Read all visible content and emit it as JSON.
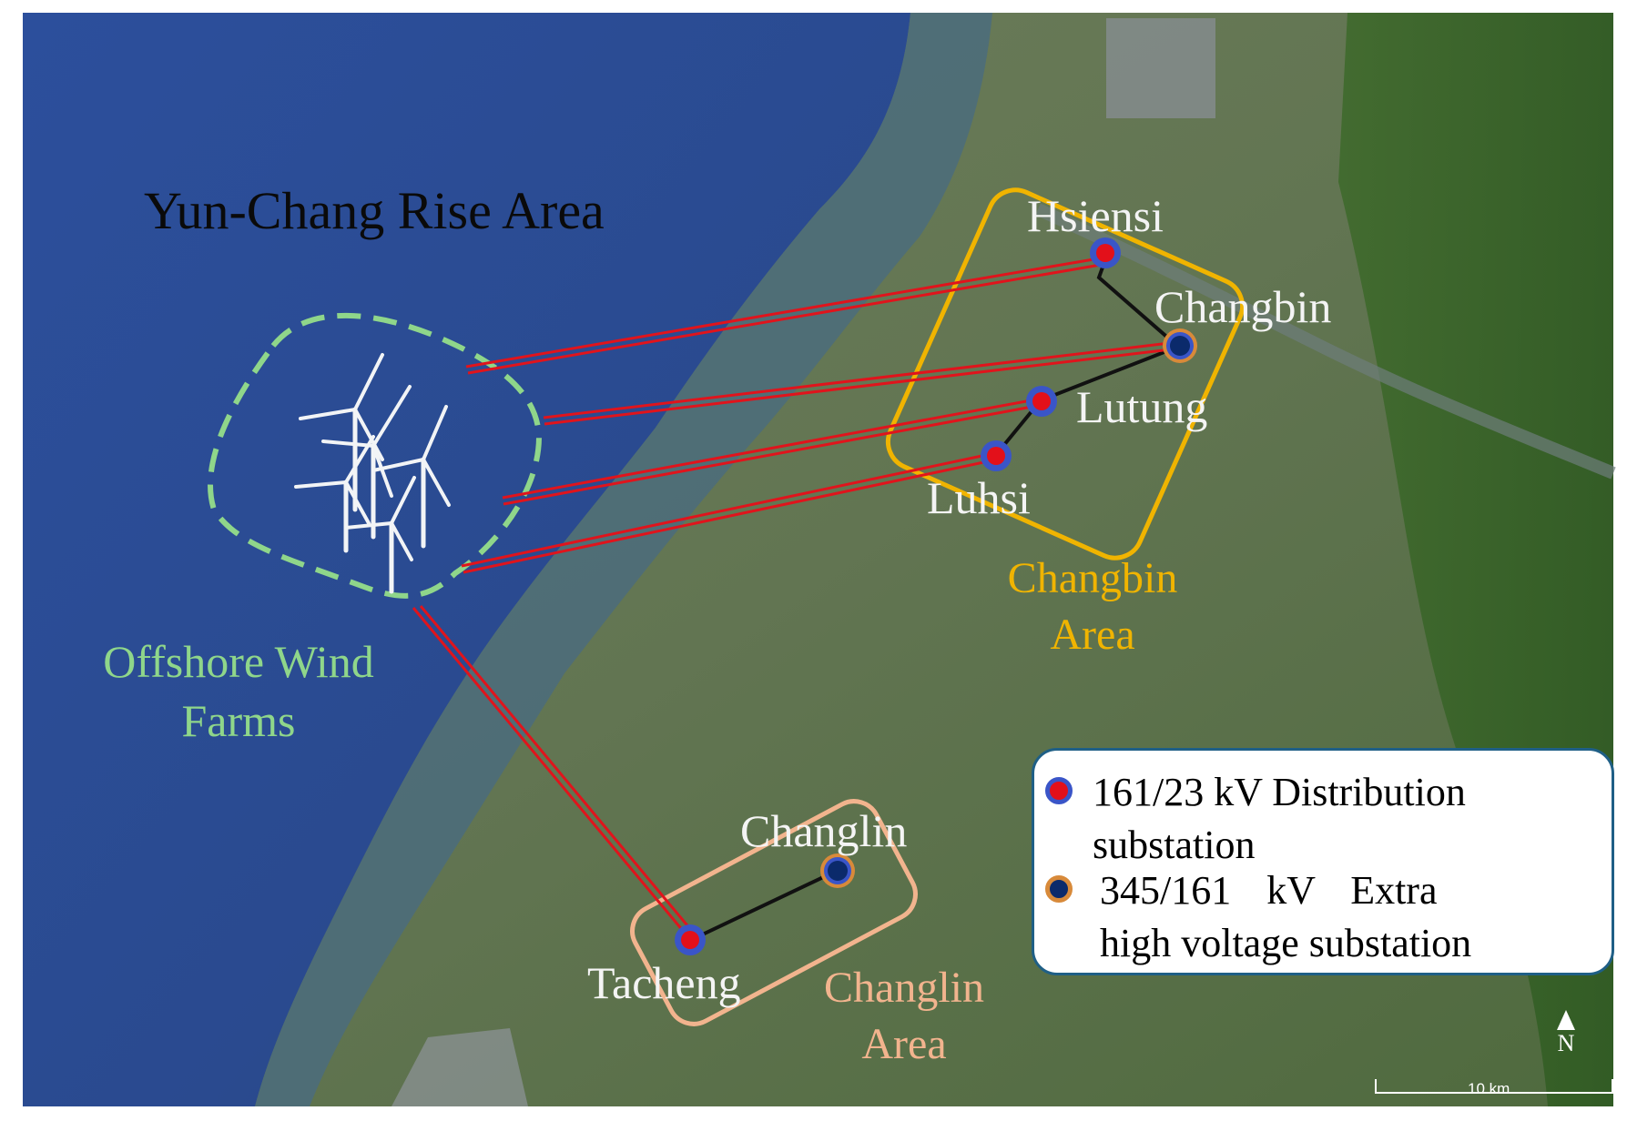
{
  "title": "Yun-Chang Rise Area",
  "wind_farm_label": "Offshore Wind Farms",
  "substations": {
    "hsiensi": "Hsiensi",
    "changbin": "Changbin",
    "lutung": "Lutung",
    "luhsi": "Luhsi",
    "changlin": "Changlin",
    "tacheng": "Tacheng"
  },
  "areas": {
    "changbin_area": "Changbin Area",
    "changlin_area": "Changlin Area"
  },
  "legend": {
    "distribution_line1": "161/23 kV Distribution",
    "distribution_line2": "substation",
    "ehv_line1": "345/161 kV Extra",
    "ehv_line2": "high voltage substation"
  },
  "north_label": "N",
  "scale_label": "10 km",
  "colors": {
    "sea": "#2f55a0",
    "cable": "#e0141c",
    "wind_farm_outline": "#8fd68a",
    "changbin_area": "#f0b400",
    "changlin_area": "#f2b48e",
    "distribution_substation": "#e3101a",
    "ehv_substation": "#0b2a6b",
    "ring": "#3a55c8",
    "ring_orange": "#d88a3a"
  }
}
